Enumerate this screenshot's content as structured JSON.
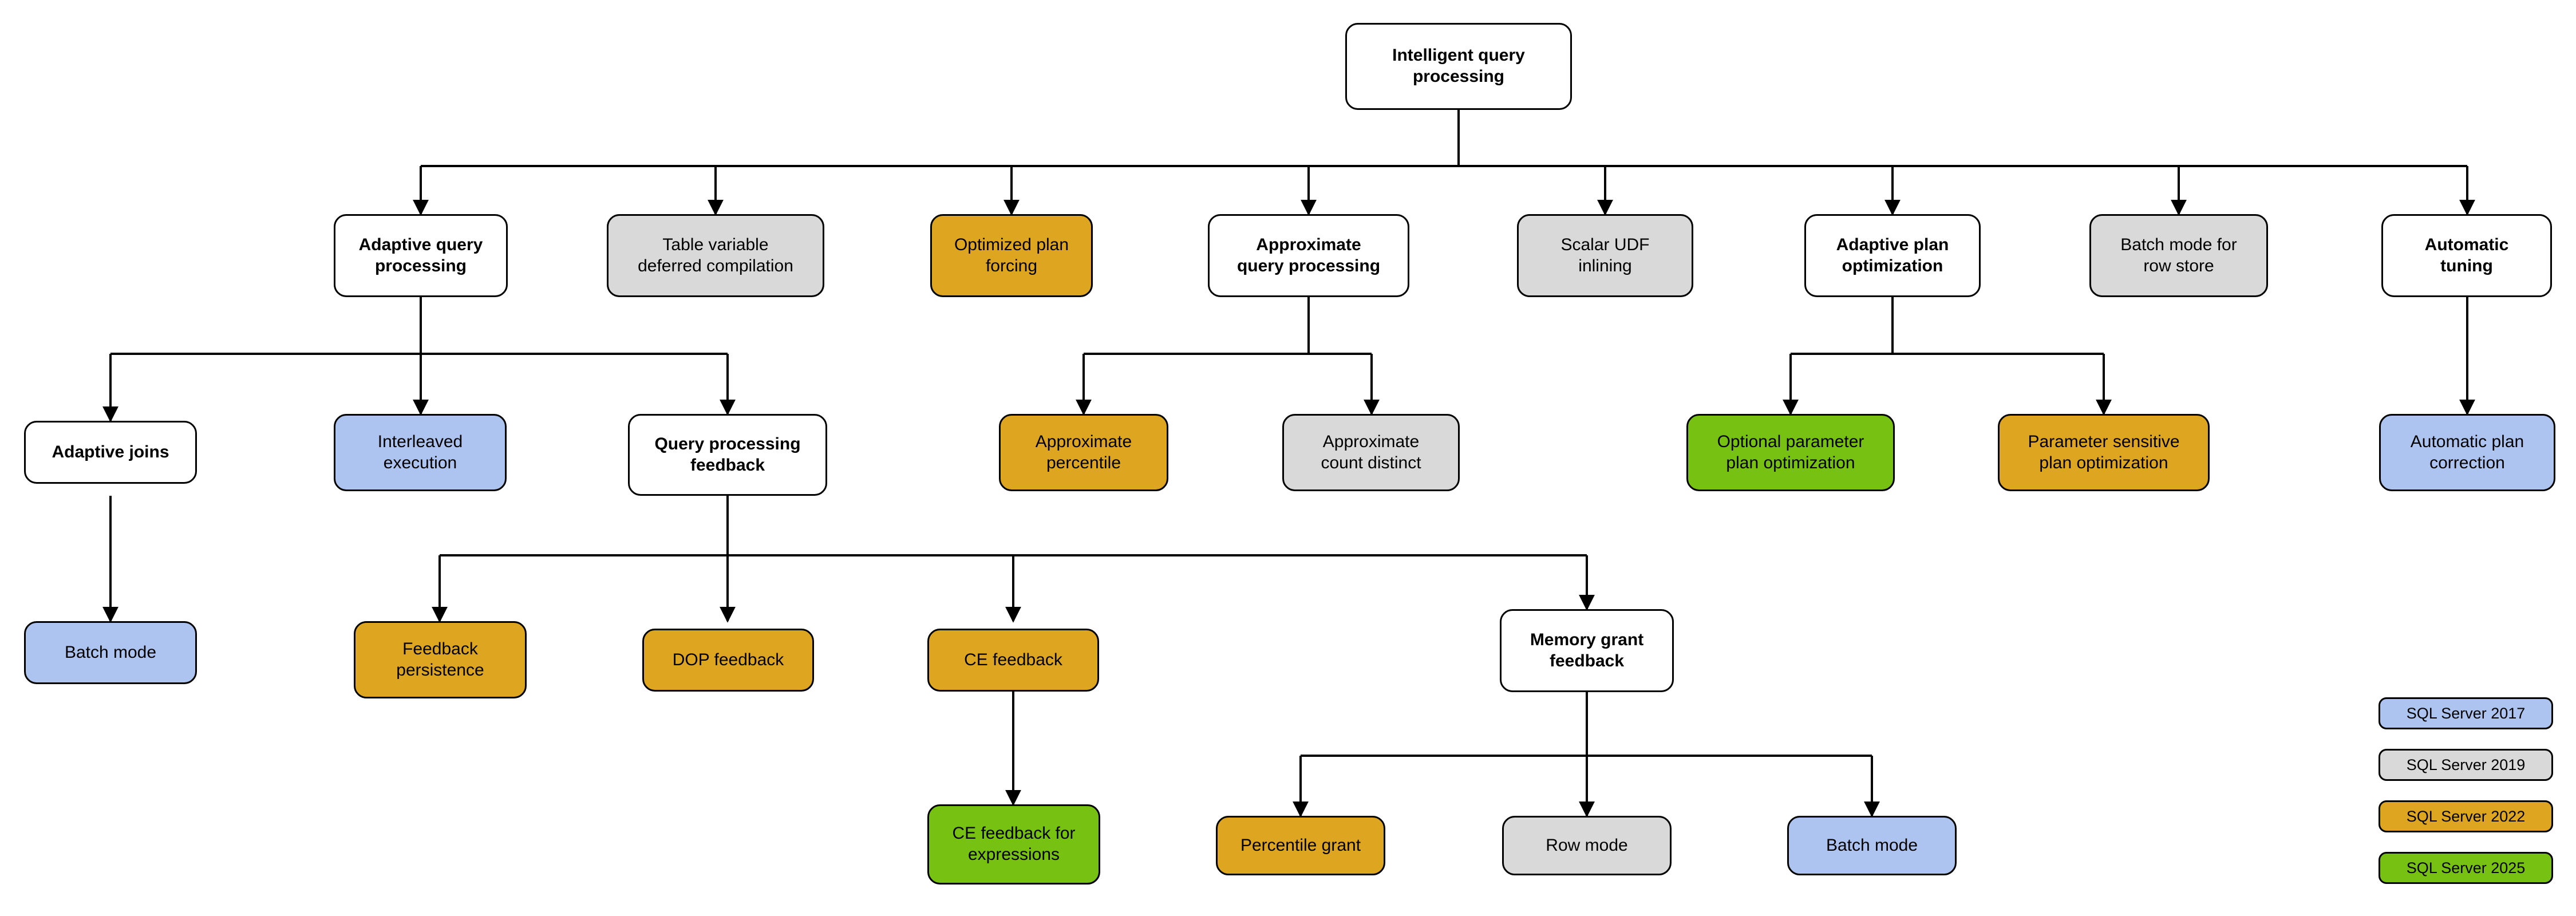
{
  "diagram": {
    "title": "Intelligent query processing",
    "type": "tree",
    "palette": {
      "white": "#ffffff",
      "gray": "#d9d9d9",
      "orange": "#dda520",
      "green": "#76c111",
      "blue": "#aec4f0",
      "stroke": "#000000",
      "background": "#ffffff"
    }
  },
  "nodes": {
    "root": {
      "label": "Intelligent query\nprocessing",
      "fill": "white"
    },
    "adaptive_query_processing": {
      "label": "Adaptive query\nprocessing",
      "fill": "white"
    },
    "table_variable_deferred_compilation": {
      "label": "Table variable\ndeferred compilation",
      "fill": "gray"
    },
    "optimized_plan_forcing": {
      "label": "Optimized plan\nforcing",
      "fill": "orange"
    },
    "approximate_query_processing": {
      "label": "Approximate\nquery processing",
      "fill": "white"
    },
    "scalar_udf_inlining": {
      "label": "Scalar UDF\ninlining",
      "fill": "gray"
    },
    "adaptive_plan_optimization": {
      "label": "Adaptive plan\noptimization",
      "fill": "white"
    },
    "batch_mode_for_row_store": {
      "label": "Batch mode for\nrow store",
      "fill": "gray"
    },
    "automatic_tuning": {
      "label": "Automatic\ntuning",
      "fill": "white"
    },
    "adaptive_joins": {
      "label": "Adaptive joins",
      "fill": "white"
    },
    "interleaved_execution": {
      "label": "Interleaved\nexecution",
      "fill": "blue"
    },
    "query_processing_feedback": {
      "label": "Query processing\nfeedback",
      "fill": "white"
    },
    "approximate_percentile": {
      "label": "Approximate\npercentile",
      "fill": "orange"
    },
    "approximate_count_distinct": {
      "label": "Approximate\ncount distinct",
      "fill": "gray"
    },
    "optional_parameter_plan_optimization": {
      "label": "Optional parameter\nplan optimization",
      "fill": "green"
    },
    "parameter_sensitive_plan_optimization": {
      "label": "Parameter sensitive\nplan optimization",
      "fill": "orange"
    },
    "automatic_plan_correction": {
      "label": "Automatic plan\ncorrection",
      "fill": "blue"
    },
    "batch_mode_adaptive_joins": {
      "label": "Batch mode",
      "fill": "blue"
    },
    "feedback_persistence": {
      "label": "Feedback\npersistence",
      "fill": "orange"
    },
    "dop_feedback": {
      "label": "DOP feedback",
      "fill": "orange"
    },
    "ce_feedback": {
      "label": "CE feedback",
      "fill": "orange"
    },
    "memory_grant_feedback": {
      "label": "Memory grant\nfeedback",
      "fill": "white"
    },
    "ce_feedback_for_expressions": {
      "label": "CE feedback for\nexpressions",
      "fill": "green"
    },
    "percentile_grant": {
      "label": "Percentile grant",
      "fill": "orange"
    },
    "row_mode": {
      "label": "Row mode",
      "fill": "gray"
    },
    "batch_mode_memory_grant": {
      "label": "Batch mode",
      "fill": "blue"
    }
  },
  "legend": {
    "items": [
      {
        "label": "SQL Server 2017",
        "fill": "blue"
      },
      {
        "label": "SQL Server 2019",
        "fill": "gray"
      },
      {
        "label": "SQL Server 2022",
        "fill": "orange"
      },
      {
        "label": "SQL Server 2025",
        "fill": "green"
      }
    ]
  },
  "hierarchy": [
    {
      "parent": "root",
      "children": [
        "adaptive_query_processing",
        "table_variable_deferred_compilation",
        "optimized_plan_forcing",
        "approximate_query_processing",
        "scalar_udf_inlining",
        "adaptive_plan_optimization",
        "batch_mode_for_row_store",
        "automatic_tuning"
      ]
    },
    {
      "parent": "adaptive_query_processing",
      "children": [
        "adaptive_joins",
        "interleaved_execution",
        "query_processing_feedback"
      ]
    },
    {
      "parent": "approximate_query_processing",
      "children": [
        "approximate_percentile",
        "approximate_count_distinct"
      ]
    },
    {
      "parent": "adaptive_plan_optimization",
      "children": [
        "optional_parameter_plan_optimization",
        "parameter_sensitive_plan_optimization"
      ]
    },
    {
      "parent": "automatic_tuning",
      "children": [
        "automatic_plan_correction"
      ]
    },
    {
      "parent": "adaptive_joins",
      "children": [
        "batch_mode_adaptive_joins"
      ]
    },
    {
      "parent": "query_processing_feedback",
      "children": [
        "feedback_persistence",
        "dop_feedback",
        "ce_feedback",
        "memory_grant_feedback"
      ]
    },
    {
      "parent": "ce_feedback",
      "children": [
        "ce_feedback_for_expressions"
      ]
    },
    {
      "parent": "memory_grant_feedback",
      "children": [
        "percentile_grant",
        "row_mode",
        "batch_mode_memory_grant"
      ]
    }
  ]
}
